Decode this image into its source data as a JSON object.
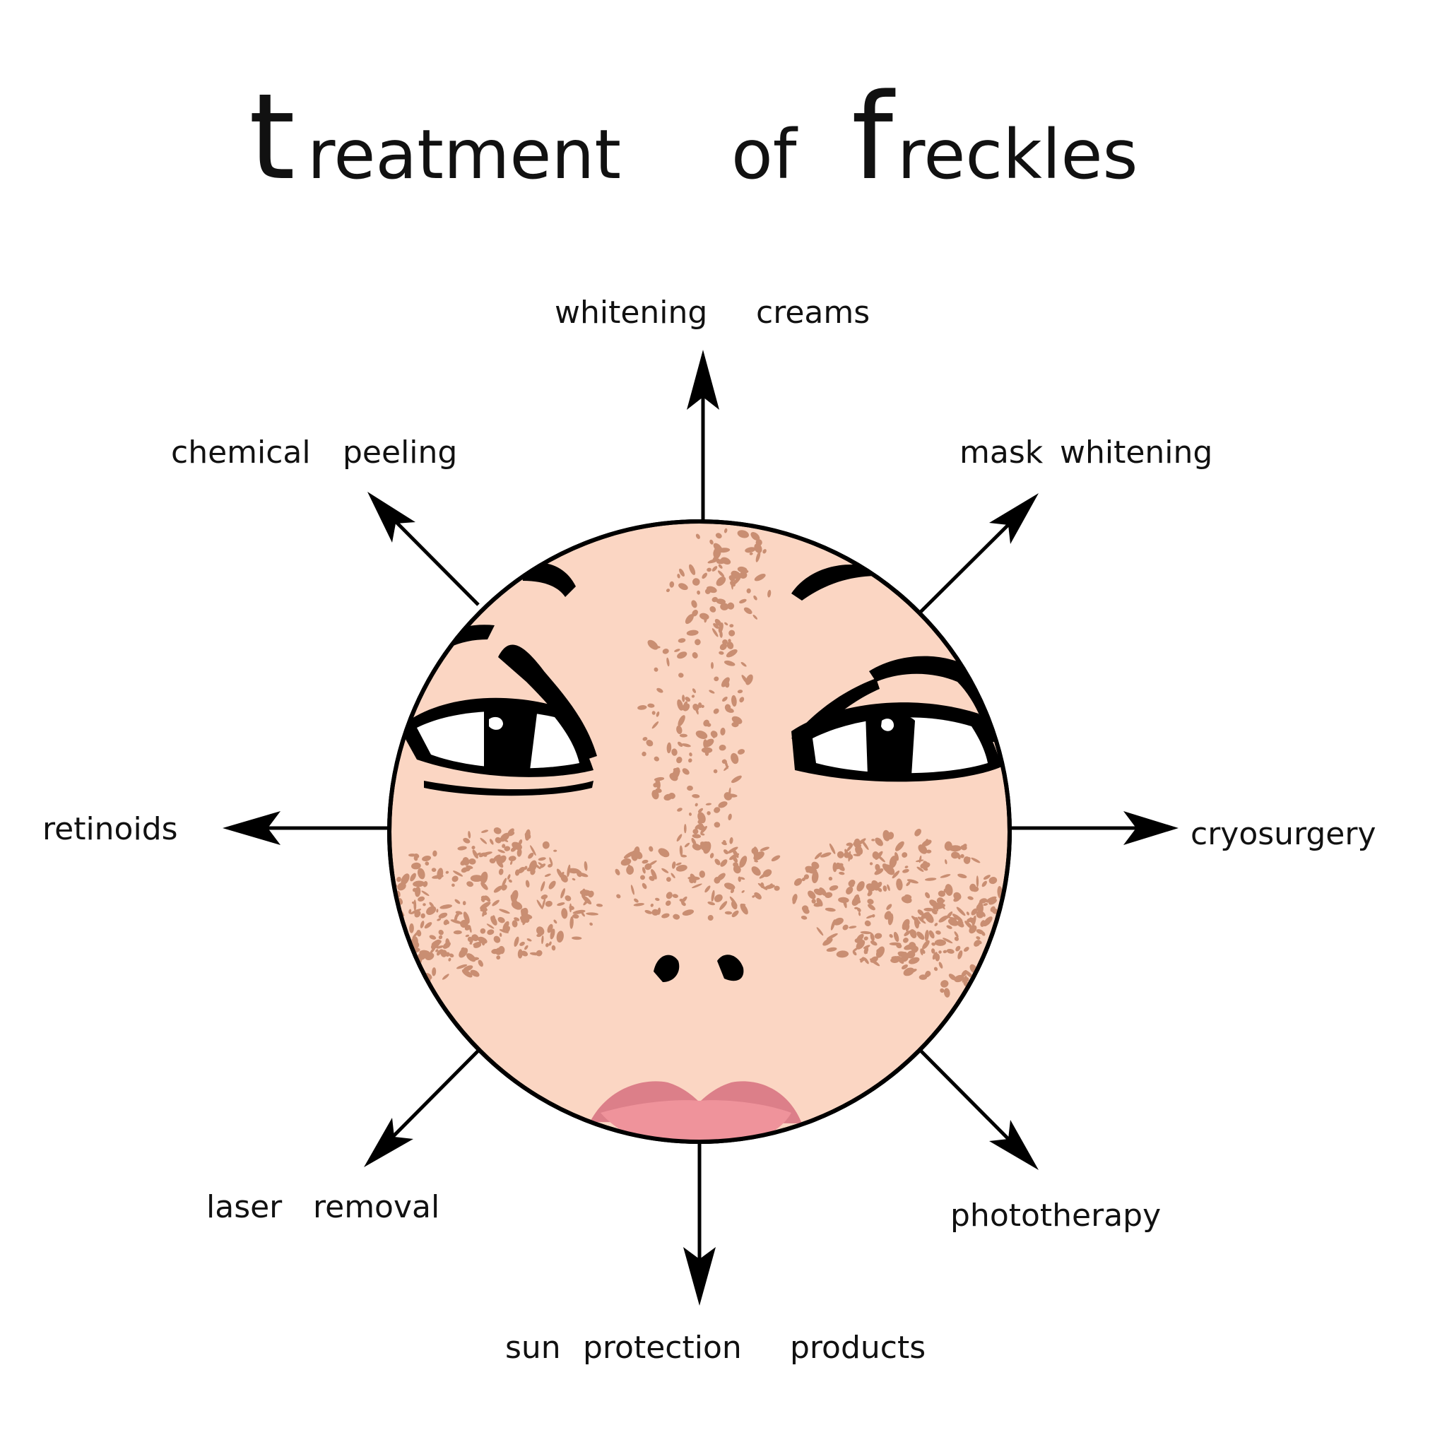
{
  "title": {
    "t": "t",
    "reatment": "reatment",
    "of": "of",
    "f": "f",
    "reckles": "reckles"
  },
  "labels": {
    "top_1": "whitening",
    "top_2": "creams",
    "top_right_1": "mask",
    "top_right_2": "whitening",
    "right": "cryosurgery",
    "bottom_right": "phototherapy",
    "bottom_1": "sun",
    "bottom_2": "protection",
    "bottom_3": "products",
    "bottom_left_1": "laser",
    "bottom_left_2": "removal",
    "left": "retinoids",
    "top_left_1": "chemical",
    "top_left_2": "peeling"
  },
  "colors": {
    "skin": "#fbd6c3",
    "freckle": "#c98e72",
    "lips_upper": "#dc7f89",
    "lips_lower": "#ef939b",
    "ink": "#000000"
  },
  "icons": [
    "face-illustration",
    "freckles",
    "eye-icon",
    "nose-icon",
    "lips-icon",
    "arrow-icon"
  ]
}
